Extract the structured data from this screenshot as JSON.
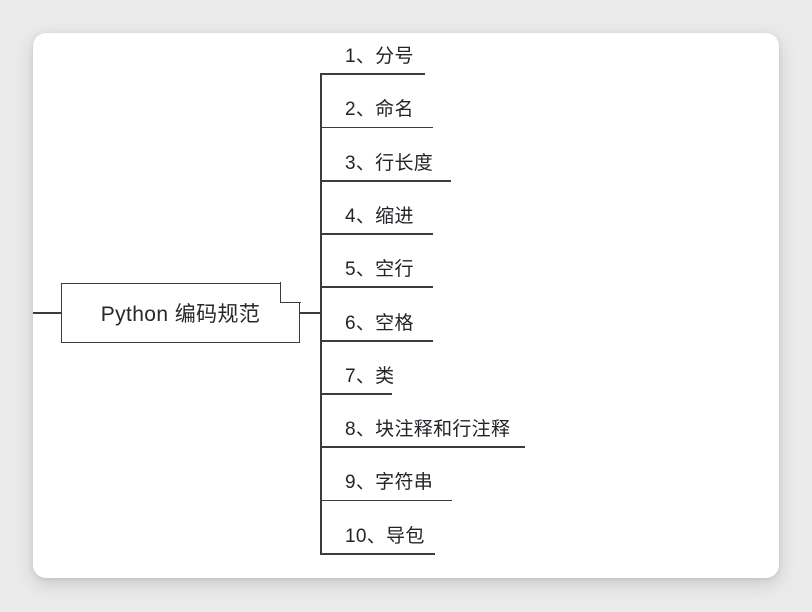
{
  "diagram": {
    "type": "mind-map",
    "background_color": "#ebebeb",
    "card_color": "#ffffff",
    "line_color": "#3c3c3c",
    "text_color": "#232428",
    "root": {
      "label": "Python 编码规范",
      "shape": "note-with-folded-corner"
    },
    "branches": [
      {
        "index": "1",
        "label": "1、分号",
        "underline_width": 105
      },
      {
        "index": "2",
        "label": "2、命名",
        "underline_width": 113
      },
      {
        "index": "3",
        "label": "3、行长度",
        "underline_width": 131
      },
      {
        "index": "4",
        "label": "4、缩进",
        "underline_width": 113
      },
      {
        "index": "5",
        "label": "5、空行",
        "underline_width": 113
      },
      {
        "index": "6",
        "label": "6、空格",
        "underline_width": 113
      },
      {
        "index": "7",
        "label": "7、类",
        "underline_width": 72
      },
      {
        "index": "8",
        "label": "8、块注释和行注释",
        "underline_width": 205
      },
      {
        "index": "9",
        "label": "9、字符串",
        "underline_width": 132
      },
      {
        "index": "10",
        "label": "10、导包",
        "underline_width": 115
      }
    ]
  }
}
